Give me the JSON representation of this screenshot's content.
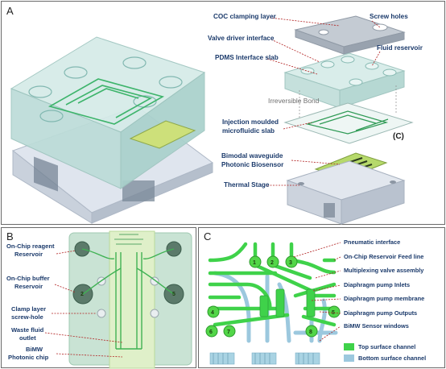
{
  "panel_a": {
    "label": "A",
    "callouts": {
      "coc_clamping_layer": "COC clamping layer",
      "screw_holes": "Screw holes",
      "valve_driver_interface": "Valve driver interface",
      "pdms_interface_slab": "PDMS Interface slab",
      "fluid_reservoir": "Fluid reservoir",
      "irreversible_bond": "Irreversible Bond",
      "injection_moulded_line1": "Injection moulded",
      "injection_moulded_line2": "microfluidic slab",
      "sublabel_c": "(C)",
      "bimodal_line1": "Bimodal waveguide",
      "bimodal_line2": "Photonic Biosensor",
      "thermal_stage": "Thermal Stage"
    }
  },
  "panel_b": {
    "label": "B",
    "callouts": {
      "reagent_line1": "On-Chip reagent",
      "reagent_line2": "Reservoir",
      "buffer_line1": "On-Chip buffer",
      "buffer_line2": "Reservoir",
      "clamp_line1": "Clamp layer",
      "clamp_line2": "screw-hole",
      "waste_line1": "Waste fluid",
      "waste_line2": "outlet",
      "bimw_line1": "BiMW",
      "bimw_line2": "Photonic chip"
    }
  },
  "panel_c": {
    "label": "C",
    "callouts": {
      "pneumatic_interface": "Pneumatic interface",
      "reservoir_feed_line": "On-Chip Reservoir Feed line",
      "multiplexing_valve": "Multiplexing valve assembly",
      "pump_inlets": "Diaphragm pump Inlets",
      "pump_membrane": "Diaphragm pump membrane",
      "pump_outputs": "Diaphragm pump Outputs",
      "sensor_windows": "BiMW Sensor windows"
    },
    "valve_numbers": [
      "1",
      "2",
      "3",
      "4",
      "5",
      "6",
      "7",
      "8"
    ],
    "legend": [
      {
        "label": "Top surface channel",
        "color": "#3fd24a"
      },
      {
        "label": "Bottom surface channel",
        "color": "#9cc8de"
      }
    ]
  },
  "colors": {
    "label_text": "#1b3a6b",
    "leader_line": "#b22222",
    "top_channel": "#3fd24a",
    "bottom_channel": "#9cc8de",
    "slab": "#cfe6e3",
    "thermal_stage": "#dde3ec"
  }
}
